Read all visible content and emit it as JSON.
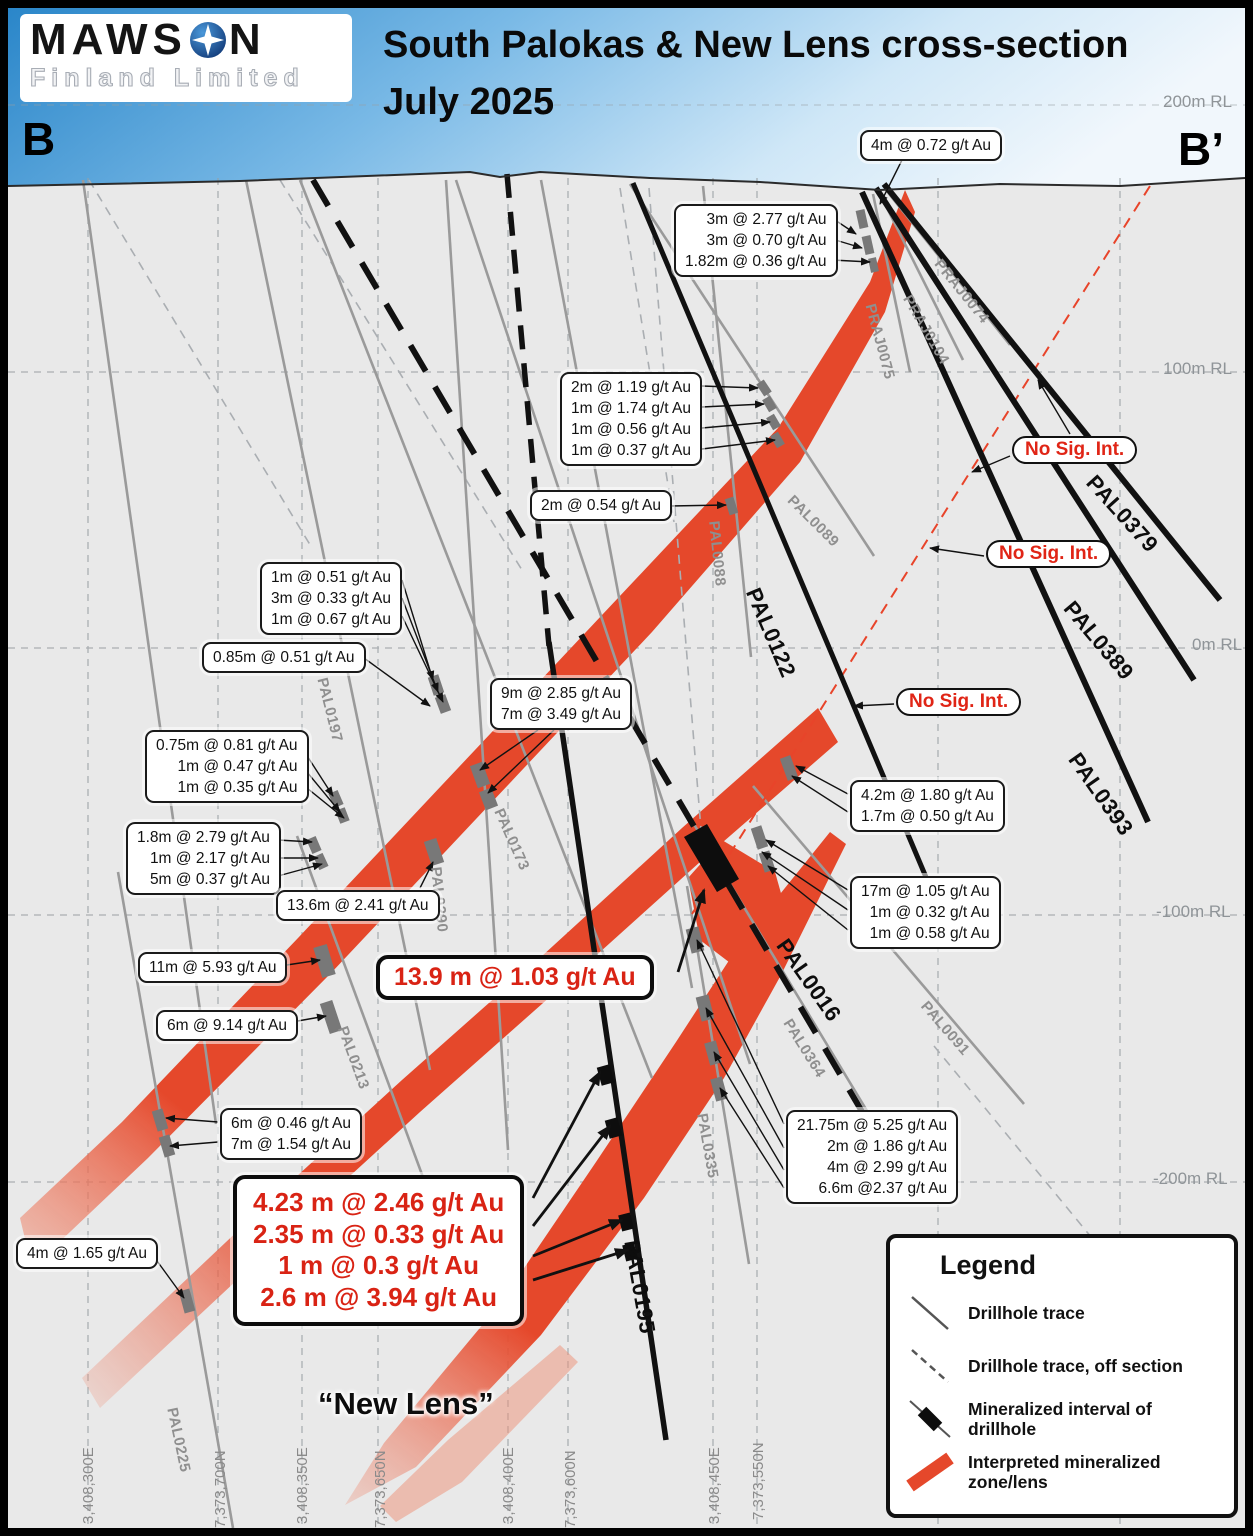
{
  "header": {
    "logo_pre": "MAWS",
    "logo_post": "N",
    "logo_sub": "Finland Limited",
    "title_line1": "South Palokas & New Lens cross-section",
    "title_line2": "July 2025",
    "section_left": "B",
    "section_right": "B’"
  },
  "axis": {
    "rl": [
      "200m RL",
      "100m RL",
      "0m RL",
      "-100m RL",
      "-200m RL"
    ],
    "coords": [
      "3,408,300E",
      "7,373,700N",
      "3,408,350E",
      "7,373,650N",
      "3,408,400E",
      "7,373,600N",
      "3,408,450E",
      "7,373,550N"
    ]
  },
  "drillholes": [
    "PRAJ0074",
    "PRAJ0104",
    "PRAJ0075",
    "PAL0089",
    "PAL0088",
    "PAL0122",
    "PAL0379",
    "PAL0389",
    "PAL0393",
    "PAL0197",
    "PAL0173",
    "PAL0290",
    "PAL0213",
    "PAL0016",
    "PAL0364",
    "PAL0091",
    "PAL0335",
    "PAL0195",
    "PAL0225"
  ],
  "callouts": [
    {
      "lines": [
        "4m @ 0.72 g/t Au"
      ]
    },
    {
      "lines": [
        "3m @ 2.77 g/t Au",
        "3m @ 0.70 g/t Au",
        "1.82m @ 0.36 g/t Au"
      ]
    },
    {
      "lines": [
        "2m @ 1.19 g/t Au",
        "1m @ 1.74 g/t Au",
        "1m @ 0.56 g/t Au",
        "1m @ 0.37 g/t Au"
      ]
    },
    {
      "lines": [
        "2m @ 0.54 g/t Au"
      ]
    },
    {
      "lines": [
        "1m @ 0.51 g/t Au",
        "3m @ 0.33 g/t Au",
        "1m @ 0.67 g/t Au"
      ]
    },
    {
      "lines": [
        "0.85m @ 0.51 g/t Au"
      ]
    },
    {
      "lines": [
        "9m @ 2.85 g/t Au",
        "7m @ 3.49 g/t Au"
      ]
    },
    {
      "lines": [
        "0.75m @ 0.81 g/t Au",
        "1m @ 0.47 g/t Au",
        "1m @ 0.35 g/t Au"
      ]
    },
    {
      "lines": [
        "1.8m @ 2.79 g/t Au",
        "1m @ 2.17 g/t Au",
        "5m @ 0.37 g/t Au"
      ]
    },
    {
      "lines": [
        "13.6m @ 2.41 g/t Au"
      ]
    },
    {
      "lines": [
        "11m @ 5.93 g/t Au"
      ]
    },
    {
      "lines": [
        "6m @ 9.14 g/t Au"
      ]
    },
    {
      "lines": [
        "4.2m @ 1.80 g/t Au",
        "1.7m @ 0.50 g/t Au"
      ]
    },
    {
      "lines": [
        "17m @ 1.05 g/t Au",
        "1m @ 0.32 g/t Au",
        "1m @ 0.58 g/t Au"
      ]
    },
    {
      "lines": [
        "6m @ 0.46 g/t Au",
        "7m @ 1.54 g/t Au"
      ]
    },
    {
      "lines": [
        "21.75m @ 5.25 g/t Au",
        "2m @ 1.86 g/t Au",
        "4m @ 2.99 g/t Au",
        "6.6m @2.37 g/t Au"
      ]
    },
    {
      "lines": [
        "4m @ 1.65 g/t Au"
      ]
    }
  ],
  "highlights": [
    {
      "lines": [
        "13.9 m @ 1.03 g/t Au"
      ]
    },
    {
      "lines": [
        "4.23 m @ 2.46 g/t Au",
        "2.35 m @ 0.33 g/t Au",
        "1 m @ 0.3 g/t Au",
        "2.6 m @ 3.94 g/t Au"
      ]
    }
  ],
  "no_sig": "No Sig. Int.",
  "new_lens": "“New Lens”",
  "legend": {
    "title": "Legend",
    "items": [
      "Drillhole trace",
      "Drillhole trace, off section",
      "Mineralized interval of drillhole",
      "Interpreted mineralized zone/lens"
    ]
  },
  "colors": {
    "zone_red": "#e5482b",
    "highlight_red": "#d92314",
    "sky_blue": "#2a8ccd"
  }
}
